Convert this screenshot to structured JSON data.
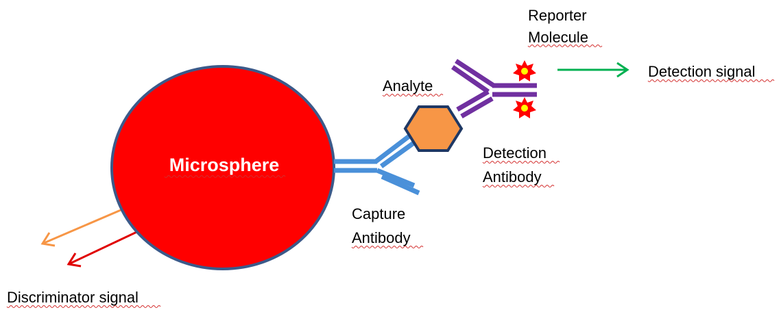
{
  "labels": {
    "microsphere": "Microsphere",
    "capture_antibody_line1": "Capture",
    "capture_antibody_line2": "Antibody",
    "analyte": "Analyte",
    "detection_antibody_line1": "Detection",
    "detection_antibody_line2": "Antibody",
    "reporter_molecule_line1": "Reporter",
    "reporter_molecule_line2": "Molecule",
    "detection_signal": "Detection signal",
    "discriminator_signal": "Discriminator signal"
  },
  "colors": {
    "microsphere_fill": "#ff0000",
    "microsphere_stroke": "#3b5a8a",
    "capture_antibody": "#4a90d9",
    "analyte_fill": "#f79646",
    "analyte_stroke": "#1f3864",
    "detection_antibody": "#7030a0",
    "reporter_star": "#ff0000",
    "reporter_center": "#ffff00",
    "detection_arrow": "#00b050",
    "discriminator_arrow_orange": "#f79646",
    "discriminator_arrow_red": "#e00000"
  }
}
